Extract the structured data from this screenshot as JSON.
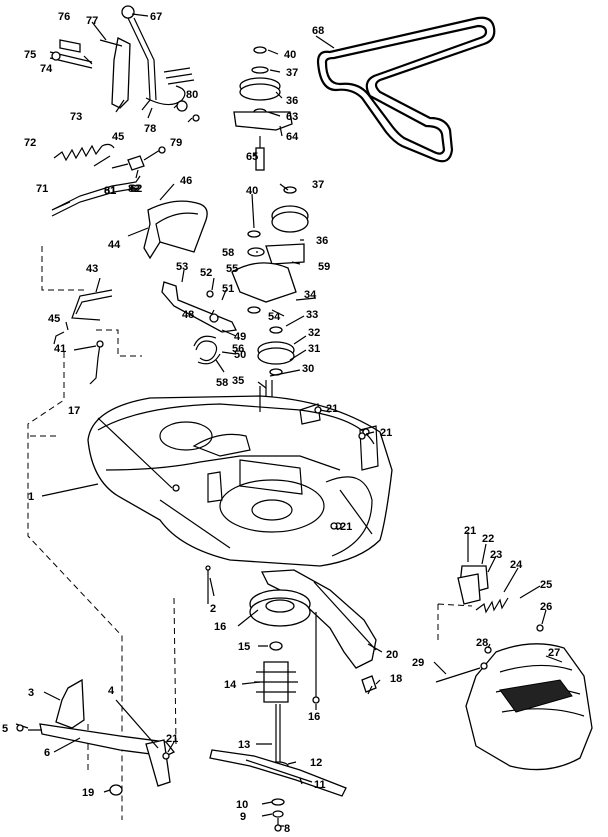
{
  "labels": [
    {
      "id": "1",
      "text": "1"
    },
    {
      "id": "2",
      "text": "2"
    },
    {
      "id": "3",
      "text": "3"
    },
    {
      "id": "4",
      "text": "4"
    },
    {
      "id": "5",
      "text": "5"
    },
    {
      "id": "6a",
      "text": "6"
    },
    {
      "id": "6b",
      "text": "6"
    },
    {
      "id": "8",
      "text": "8"
    },
    {
      "id": "9",
      "text": "9"
    },
    {
      "id": "10",
      "text": "10"
    },
    {
      "id": "11",
      "text": "11"
    },
    {
      "id": "12",
      "text": "12"
    },
    {
      "id": "13",
      "text": "13"
    },
    {
      "id": "14",
      "text": "14"
    },
    {
      "id": "15",
      "text": "15"
    },
    {
      "id": "16a",
      "text": "16"
    },
    {
      "id": "16b",
      "text": "16"
    },
    {
      "id": "17",
      "text": "17"
    },
    {
      "id": "18",
      "text": "18"
    },
    {
      "id": "19",
      "text": "19"
    },
    {
      "id": "20",
      "text": "20"
    },
    {
      "id": "21a",
      "text": "21"
    },
    {
      "id": "21b",
      "text": "21"
    },
    {
      "id": "21c",
      "text": "21"
    },
    {
      "id": "21d",
      "text": "21"
    },
    {
      "id": "21e",
      "text": "21"
    },
    {
      "id": "22",
      "text": "22"
    },
    {
      "id": "23",
      "text": "23"
    },
    {
      "id": "24",
      "text": "24"
    },
    {
      "id": "25",
      "text": "25"
    },
    {
      "id": "26",
      "text": "26"
    },
    {
      "id": "27",
      "text": "27"
    },
    {
      "id": "28",
      "text": "28"
    },
    {
      "id": "29",
      "text": "29"
    },
    {
      "id": "30",
      "text": "30"
    },
    {
      "id": "31",
      "text": "31"
    },
    {
      "id": "32",
      "text": "32"
    },
    {
      "id": "33",
      "text": "33"
    },
    {
      "id": "34",
      "text": "34"
    },
    {
      "id": "35",
      "text": "35"
    },
    {
      "id": "36a",
      "text": "36"
    },
    {
      "id": "36b",
      "text": "36"
    },
    {
      "id": "37a",
      "text": "37"
    },
    {
      "id": "37b",
      "text": "37"
    },
    {
      "id": "40a",
      "text": "40"
    },
    {
      "id": "40b",
      "text": "40"
    },
    {
      "id": "41",
      "text": "41"
    },
    {
      "id": "43",
      "text": "43"
    },
    {
      "id": "44",
      "text": "44"
    },
    {
      "id": "45a",
      "text": "45"
    },
    {
      "id": "45b",
      "text": "45"
    },
    {
      "id": "46",
      "text": "46"
    },
    {
      "id": "48",
      "text": "48"
    },
    {
      "id": "49",
      "text": "49"
    },
    {
      "id": "50",
      "text": "50"
    },
    {
      "id": "51",
      "text": "51"
    },
    {
      "id": "52",
      "text": "52"
    },
    {
      "id": "53",
      "text": "53"
    },
    {
      "id": "54",
      "text": "54"
    },
    {
      "id": "55",
      "text": "55"
    },
    {
      "id": "56",
      "text": "56"
    },
    {
      "id": "58a",
      "text": "58"
    },
    {
      "id": "58b",
      "text": "58"
    },
    {
      "id": "59",
      "text": "59"
    },
    {
      "id": "61",
      "text": "61"
    },
    {
      "id": "62",
      "text": "62"
    },
    {
      "id": "63",
      "text": "63"
    },
    {
      "id": "64",
      "text": "64"
    },
    {
      "id": "65",
      "text": "65"
    },
    {
      "id": "67",
      "text": "67"
    },
    {
      "id": "68",
      "text": "68"
    },
    {
      "id": "71",
      "text": "71"
    },
    {
      "id": "72",
      "text": "72"
    },
    {
      "id": "73",
      "text": "73"
    },
    {
      "id": "74",
      "text": "74"
    },
    {
      "id": "75",
      "text": "75"
    },
    {
      "id": "76",
      "text": "76"
    },
    {
      "id": "77",
      "text": "77"
    },
    {
      "id": "78",
      "text": "78"
    },
    {
      "id": "79",
      "text": "79"
    },
    {
      "id": "80",
      "text": "80"
    },
    {
      "id": "81",
      "text": "81"
    },
    {
      "id": "82",
      "text": "82"
    }
  ]
}
